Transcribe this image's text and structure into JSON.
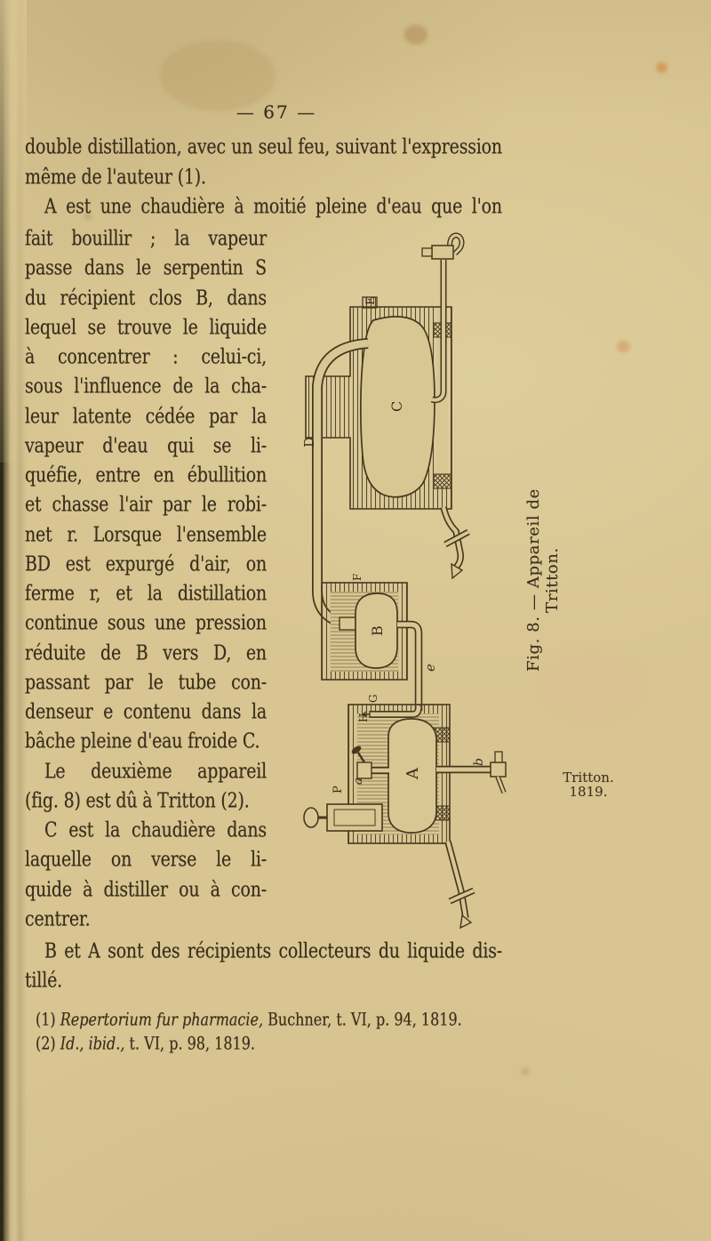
{
  "page": {
    "number": "— 67 —"
  },
  "text": {
    "top_lines": [
      {
        "t": "double distillation, avec un seul feu, suivant l'expression",
        "justify": true,
        "indent": false
      },
      {
        "t": "même de l'auteur (1).",
        "justify": false,
        "indent": false
      },
      {
        "t": "A est une chaudière à moitié pleine d'eau que l'on",
        "justify": true,
        "indent": true
      }
    ],
    "column_lines": [
      {
        "t": "fait bouillir ; la vapeur",
        "justify": true,
        "indent": false
      },
      {
        "t": "passe dans le serpentin S",
        "justify": true,
        "indent": false
      },
      {
        "t": "du récipient clos B, dans",
        "justify": true,
        "indent": false
      },
      {
        "t": "lequel se trouve le liquide",
        "justify": true,
        "indent": false
      },
      {
        "t": "à concentrer : celui-ci,",
        "justify": true,
        "indent": false
      },
      {
        "t": "sous l'influence de la cha-",
        "justify": true,
        "indent": false
      },
      {
        "t": "leur latente cédée par la",
        "justify": true,
        "indent": false
      },
      {
        "t": "vapeur d'eau qui se li-",
        "justify": true,
        "indent": false
      },
      {
        "t": "quéfie, entre en ébullition",
        "justify": true,
        "indent": false
      },
      {
        "t": "et chasse l'air par le robi-",
        "justify": true,
        "indent": false
      },
      {
        "t": "net r. Lorsque l'ensemble",
        "justify": true,
        "indent": false
      },
      {
        "t": "BD est expurgé d'air, on",
        "justify": true,
        "indent": false
      },
      {
        "t": "ferme r, et la distillation",
        "justify": true,
        "indent": false
      },
      {
        "t": "continue sous une pression",
        "justify": true,
        "indent": false
      },
      {
        "t": "réduite de B vers D, en",
        "justify": true,
        "indent": false
      },
      {
        "t": "passant par le tube con-",
        "justify": true,
        "indent": false
      },
      {
        "t": "denseur e contenu dans la",
        "justify": true,
        "indent": false
      },
      {
        "t": "bâche pleine d'eau froide C.",
        "justify": false,
        "indent": false
      },
      {
        "t": "Le deuxième appareil",
        "justify": true,
        "indent": true
      },
      {
        "t": "(fig. 8) est dû à Tritton (2).",
        "justify": false,
        "indent": false
      },
      {
        "t": "C est la chaudière dans",
        "justify": true,
        "indent": true
      },
      {
        "t": "laquelle on verse le li-",
        "justify": true,
        "indent": false
      },
      {
        "t": "quide à distiller ou à con-",
        "justify": true,
        "indent": false
      },
      {
        "t": "centrer.",
        "justify": false,
        "indent": false
      }
    ],
    "bottom_lines": [
      {
        "t": "B et A sont des récipients collecteurs du liquide dis-",
        "justify": true,
        "indent": true
      },
      {
        "t": "tillé.",
        "justify": false,
        "indent": false
      }
    ],
    "footnotes": [
      {
        "marker": "(1) ",
        "italic": "Repertorium fur pharmacie,",
        "rest": " Buchner, t. VI, p. 94, 1819."
      },
      {
        "marker": "(2) ",
        "italic": "Id., ibid.,",
        "rest": " t. VI, p. 98, 1819."
      }
    ]
  },
  "figure": {
    "caption": "Fig. 8. — Appareil de Tritton.",
    "credit": {
      "line1": "Tritton.",
      "line2": "1819."
    },
    "labels": {
      "E": "E",
      "C": "C",
      "D": "D",
      "F": "F",
      "B": "B",
      "e": "e",
      "G": "G",
      "H": "H",
      "A": "A",
      "a": "a",
      "P": "P",
      "b": "b"
    }
  }
}
